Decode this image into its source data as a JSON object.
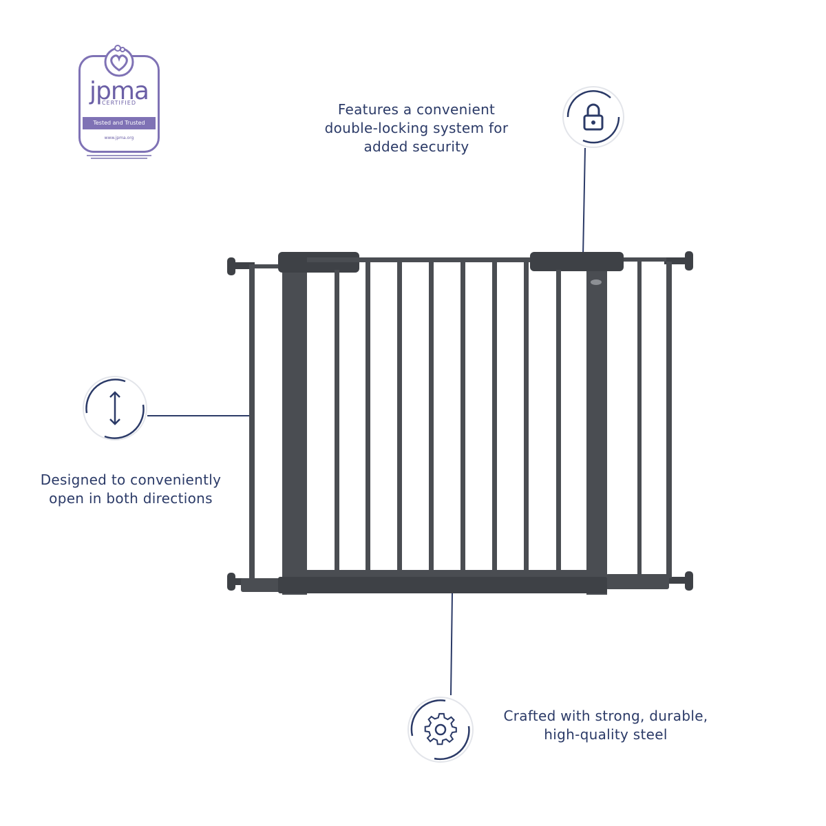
{
  "badge": {
    "brand": "jpma",
    "certified": "CERTIFIED",
    "tested": "Tested and Trusted",
    "url": "www.jpma.org",
    "color": "#7f72b5"
  },
  "features": {
    "lock": {
      "text": "Features a convenient\ndouble-locking system for\nadded security",
      "icon": "lock-icon"
    },
    "directions": {
      "text": "Designed to conveniently\nopen in both directions",
      "icon": "up-down-arrow-icon"
    },
    "steel": {
      "text": "Crafted with strong, durable,\nhigh-quality steel",
      "icon": "gear-icon"
    }
  },
  "colors": {
    "text": "#2b3a67",
    "line": "#2b3a67",
    "gate": "#4a4d52"
  }
}
